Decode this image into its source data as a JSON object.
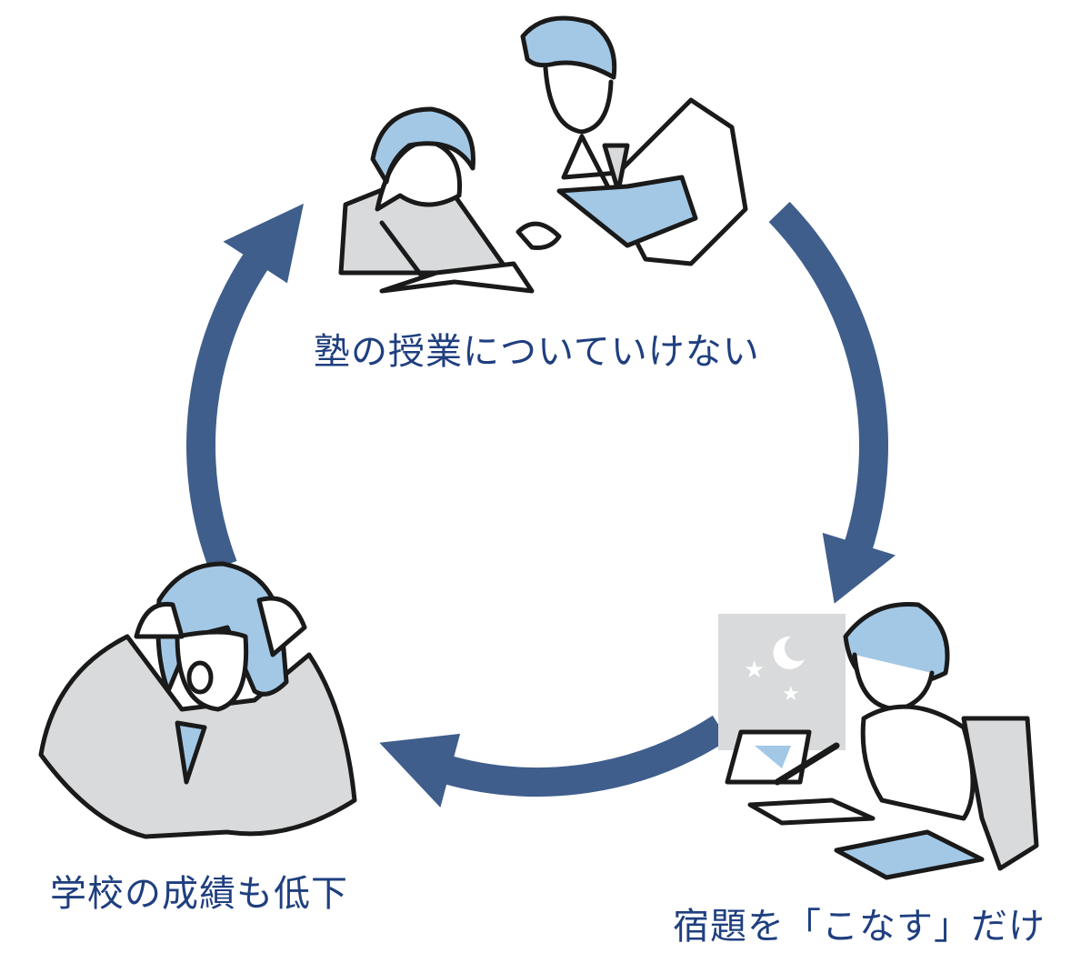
{
  "labels": {
    "cram_school": "塾の授業についていけない",
    "homework": "宿題を「こなす」だけ",
    "grades": "学校の成績も低下"
  },
  "colors": {
    "arrow": "#3f5e8c",
    "text": "#1f3f7f",
    "accent_blue": "#a3c8e6",
    "gray": "#d9dadb",
    "line": "#1a1a1a"
  }
}
